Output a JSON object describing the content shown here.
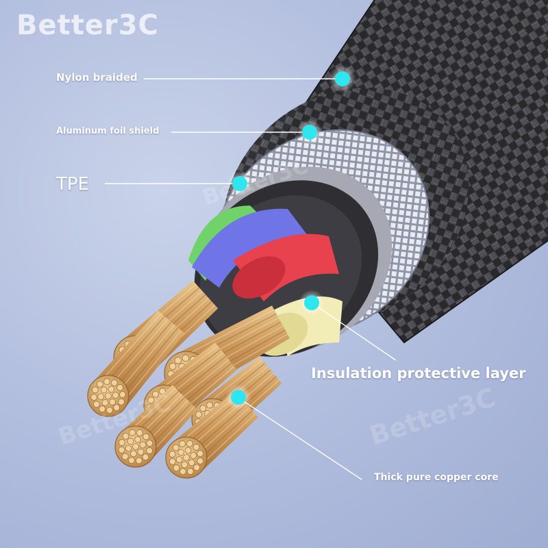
{
  "brand": {
    "text": "Better3C",
    "watermark_text": "Better3C"
  },
  "callouts": {
    "nylon_braided": {
      "label": "Nylon braided",
      "marker_color": "#2ee6f0"
    },
    "aluminum_foil_shield": {
      "label": "Aluminum foil shield",
      "marker_color": "#2ee6f0"
    },
    "tpe": {
      "label": "TPE",
      "marker_color": "#2ee6f0"
    },
    "insulation_layer": {
      "label": "Insulation protective layer",
      "marker_color": "#2ee6f0"
    },
    "copper_core": {
      "label": "Thick pure copper core",
      "marker_color": "#2ee6f0"
    }
  },
  "colors": {
    "background": "#b4c0df",
    "braid": "#2b2b2e",
    "foil": "#c9ccd6",
    "tpe_jacket": "#3a3a3e",
    "wire_green": "#6fd36a",
    "wire_blue": "#6f74e6",
    "wire_red": "#e8424f",
    "wire_yellow": "#f2ecb6",
    "copper": "#d9a96a"
  }
}
